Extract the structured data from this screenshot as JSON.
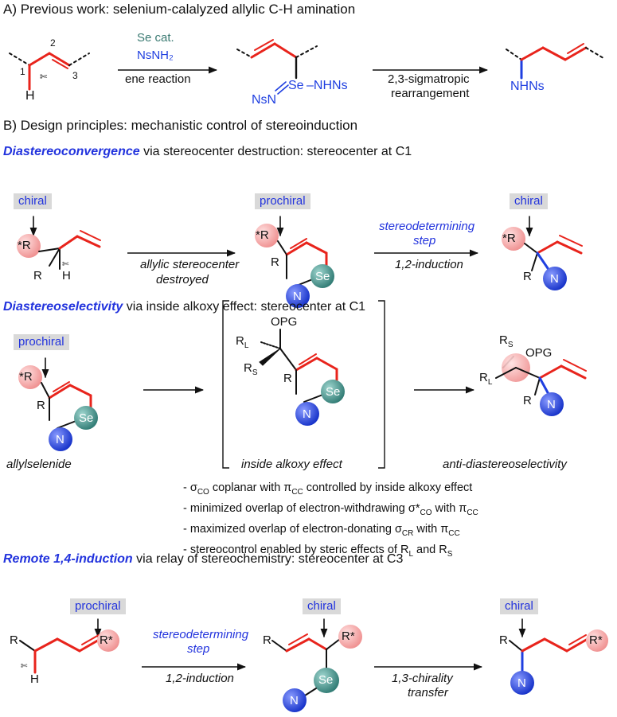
{
  "section_a": {
    "title": "A) Previous work: selenium-calalyzed allylic C-H amination",
    "atom_labels": {
      "c1": "1",
      "c2": "2",
      "c3": "3",
      "h": "H"
    },
    "reagent_top": "Se cat.",
    "reagent_bottom": "NsNH₂",
    "arrow1_label": "ene reaction",
    "se_label": "Se",
    "nhns_label": "–NHNs",
    "nsn_label": "NsN",
    "arrow2_label_line1": "2,3-sigmatropic",
    "arrow2_label_line2": "rearrangement",
    "product_label": "NHNs"
  },
  "section_b": {
    "title": "B) Design principles: mechanistic control of stereoinduction"
  },
  "diastereoconvergence": {
    "heading_em": "Diastereoconvergence",
    "heading_rest": " via stereocenter destruction: stereocenter at C1",
    "tag1": "chiral",
    "tag2": "prochiral",
    "tag3": "chiral",
    "r_star": "*R",
    "r": "R",
    "h": "H",
    "se": "Se",
    "n": "N",
    "arrow1_line1": "allylic stereocenter",
    "arrow1_line2": "destroyed",
    "arrow2_top_line1": "stereodetermining",
    "arrow2_top_line2": "step",
    "arrow2_bottom": "1,2-induction"
  },
  "diastereoselectivity": {
    "heading_em": "Diastereoselectivity",
    "heading_rest": " via inside alkoxy effect: stereocenter at C1",
    "tag1": "prochiral",
    "r_star": "*R",
    "r": "R",
    "se": "Se",
    "n": "N",
    "opg": "OPG",
    "rl": "R",
    "rl_sub": "L",
    "rs": "R",
    "rs_sub": "S",
    "caption1": "allylselenide",
    "caption2": "inside alkoxy effect",
    "caption3": "anti-diastereoselectivity",
    "bullets": [
      {
        "pre": "- σ",
        "sub1": "CO",
        "mid": " coplanar with π",
        "sub2": "CC",
        "post": " controlled by inside alkoxy effect"
      },
      {
        "pre": "- minimized overlap of electron-withdrawing σ*",
        "sub1": "CO",
        "mid": " with π",
        "sub2": "CC",
        "post": ""
      },
      {
        "pre": "- maximized overlap of electron-donating σ",
        "sub1": "CR",
        "mid": " with π",
        "sub2": "CC",
        "post": ""
      },
      {
        "pre": "- stereocontrol enabled by steric effects of R",
        "sub1": "L",
        "mid": " and R",
        "sub2": "S",
        "post": ""
      }
    ]
  },
  "remote": {
    "heading_em": "Remote 1,4-induction",
    "heading_rest": " via relay of stereochemistry: stereocenter at C3",
    "tag1": "prochiral",
    "tag2": "chiral",
    "tag3": "chiral",
    "r": "R",
    "r_star": "R*",
    "h": "H",
    "se": "Se",
    "n": "N",
    "arrow1_top_line1": "stereodetermining",
    "arrow1_top_line2": "step",
    "arrow1_bottom": "1,2-induction",
    "arrow2_line1": "1,3-chirality",
    "arrow2_line2": "transfer"
  },
  "colors": {
    "bond_red": "#e8241c",
    "bond_blue": "#1f3fe0",
    "heading_blue": "#2233dd",
    "pink_sphere": "#f2a3a3",
    "teal_sphere": "#3d8c85",
    "blue_sphere": "#1f3fe0",
    "tag_gray": "#d9d9d9"
  }
}
